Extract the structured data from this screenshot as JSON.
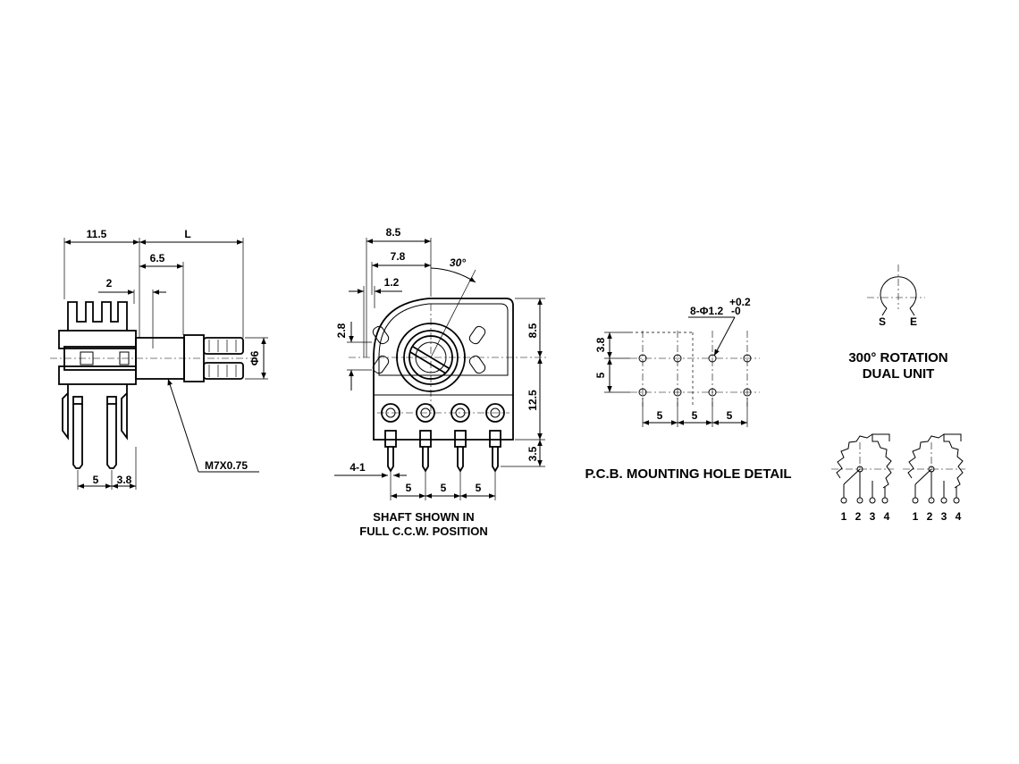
{
  "side_view": {
    "dim_11_5": "11.5",
    "dim_L": "L",
    "dim_6_5": "6.5",
    "dim_2": "2",
    "dim_phi6": "Φ6",
    "dim_5": "5",
    "dim_3_8": "3.8",
    "thread": "M7X0.75"
  },
  "front_view": {
    "dim_8_5_top": "8.5",
    "dim_7_8": "7.8",
    "angle_30": "30°",
    "dim_1_2": "1.2",
    "dim_2_8": "2.8",
    "dim_8_5_right": "8.5",
    "dim_12_5": "12.5",
    "dim_3_5": "3.5",
    "dim_4_1": "4-1",
    "pitch": [
      "5",
      "5",
      "5"
    ],
    "caption_line1": "SHAFT SHOWN IN",
    "caption_line2": "FULL C.C.W. POSITION"
  },
  "pcb_detail": {
    "holes_label": "8-Φ1.2",
    "tol_plus": "+0.2",
    "tol_minus": "-0",
    "dim_3_8": "3.8",
    "dim_5_vert": "5",
    "pitch": [
      "5",
      "5",
      "5"
    ],
    "title": "P.C.B. MOUNTING HOLE DETAIL"
  },
  "rotation": {
    "label_S": "S",
    "label_E": "E",
    "line1": "300° ROTATION",
    "line2": "DUAL UNIT"
  },
  "schematic": {
    "unit1_pins": [
      "1",
      "2",
      "3",
      "4"
    ],
    "unit2_pins": [
      "1",
      "2",
      "3",
      "4"
    ]
  }
}
